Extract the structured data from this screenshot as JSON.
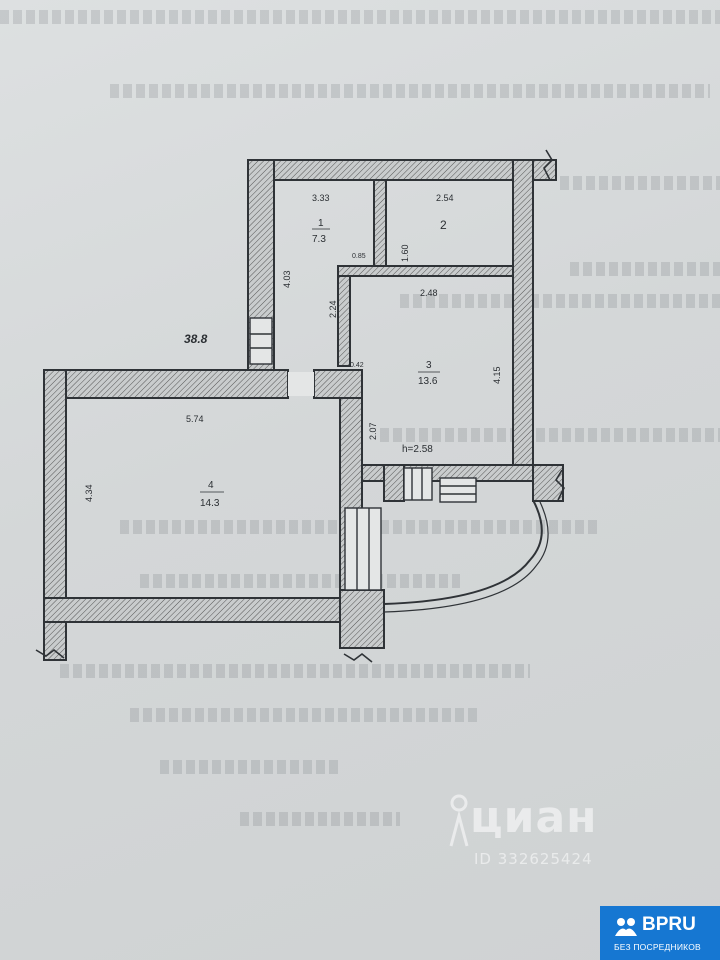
{
  "plan": {
    "total_area": "38.8",
    "rooms": [
      {
        "number": "1",
        "area": "7.3"
      },
      {
        "number": "2",
        "area": ""
      },
      {
        "number": "3",
        "area": "13.6"
      },
      {
        "number": "4",
        "area": "14.3"
      }
    ],
    "dimensions": {
      "r1_width": "3.33",
      "r2_width": "2.54",
      "r1_height": "4.03",
      "r2_height": "1.60",
      "partition": "0.85",
      "r3_width": "2.48",
      "r3_left_upper": "2.24",
      "r3_left_lower": "2.07",
      "r3_right": "4.15",
      "corridor": "0.42",
      "ceiling_height": "h=2.58",
      "r4_width": "5.74",
      "r4_height": "4.34"
    }
  },
  "watermark": {
    "brand": "циан",
    "listing_id": "ID 332625424"
  },
  "badge": {
    "name": "BPRU",
    "tagline": "БЕЗ ПОСРЕДНИКОВ",
    "color": "#1677d2"
  }
}
